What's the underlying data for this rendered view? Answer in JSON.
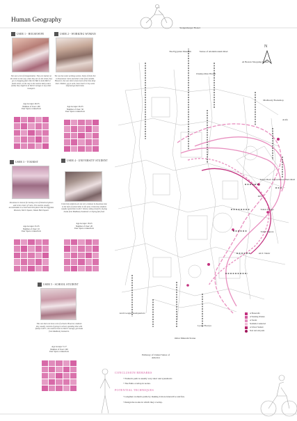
{
  "title": "Human Geography",
  "users": [
    {
      "label": "USER 1 - HOUSEWIFE",
      "desc": "She uses a lot of transportation. They are mainly on the street on the way, when they are on the street, they go on shopping place like the Bab el-louk Mall or Saleh street, on the way to the nearest dairy and a family they might be at Tahrir Garage or any other transport.",
      "age": "Age Groups: 46-55",
      "number": "Number of User: 100",
      "space": "User Space connection:"
    },
    {
      "label": "USER 2 - WORKING WOMAN",
      "desc": "The use has some working women. Some of them live in Downtown Cairo and other come from outside. However, she uses other areas most of the time drop their children, go to work, have lunch or buy some stuff and go back home.",
      "age": "Age Groups: 26-35",
      "number": "Number of User: 50",
      "space": "User Space connection:"
    },
    {
      "label": "USER 3 - TOURIST",
      "desc": "Downtown is known for having a lot of historical places and is the center of Cairo. The tourists usually accommodate in a hotel and visit places like the Egyptian Museum, Tahrir Square, Talaat Harb Square",
      "age": "Age Groups: 25-35",
      "number": "Number of User: 10",
      "space": "User Space connection:"
    },
    {
      "label": "USER 4 - UNIVERSITY STUDENT",
      "desc": "University students are not very common in downtown due to the lack of universities in the area. University students usually spend time in AUC Library doing research, buying books from Madbouly bookstore or buying fast food.",
      "age": "Age Groups: 18-25",
      "number": "Number of User: 20",
      "space": "User Space connection:"
    },
    {
      "label": "USER 5 - SCHOOL STUDENT",
      "desc": "This one does not have a lot of schools. However, students they usually consists of going to school, spending time with family in KFC, the nearest street to Tahrir Garage, get books from Madbouly bookstore.",
      "age": "Age Groups: 5-17",
      "number": "Number of User: 100",
      "space": "User Space connection:"
    }
  ],
  "places": {
    "steigenberger": "Steigenberger Hostel",
    "museum": "The Egyptian Museum",
    "statue": "Statue of Abdelmoniem Riad",
    "champollion": "Champollion Hostel",
    "bostan": "Al Bostan Shopping Center",
    "madbouly": "Madbouly Bookshop",
    "arafa": "Arafa",
    "talaat": "Talaat Harb Square",
    "talaatmall": "Talaat Harb Mall",
    "kfc": "KFC",
    "garage": "Tahrir Garage",
    "square": "Tahrir Square",
    "auc": "AUC Tahrir",
    "arab": "Arab League headquarters",
    "embassy": "Embassy of United States of America",
    "omar": "Omar Makram Statue",
    "lycee": "Lycée Hoorya"
  },
  "compass": "N",
  "legend": [
    {
      "label": "A Housewife",
      "color": "#c2307e"
    },
    {
      "label": "A Working Woman",
      "color": "#d35a9e"
    },
    {
      "label": "A Tourist",
      "color": "#e38dbd"
    },
    {
      "label": "Stadiums Connected",
      "color": "#f0bcd8"
    },
    {
      "label": "A School Student",
      "color": "#b8226b"
    },
    {
      "label": "Start and end point",
      "color": "#a0145a"
    }
  ],
  "conclusion": {
    "title": "CONCLUSION REMARKS",
    "items": [
      "Women's path is usually very short and systematic.",
      "The Paths overlap in nodes."
    ]
  },
  "potential": {
    "title": "POTENTIAL TECHNIQUES",
    "items": [
      "Lengthen women's paths by making it more interactive and fun.",
      "Design the nodes in which they overlap."
    ]
  },
  "colors": {
    "accent": "#d35a9e",
    "path": "#e88fbf",
    "map_line": "#bdbdbd"
  }
}
